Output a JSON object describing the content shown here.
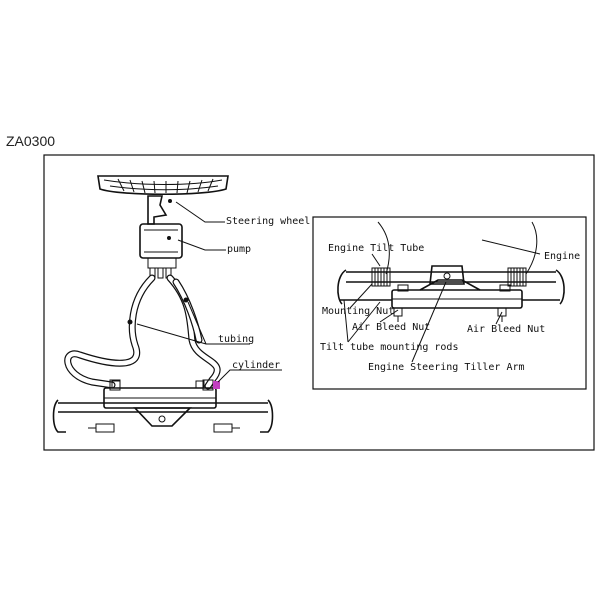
{
  "page": {
    "model_code": "ZA0300"
  },
  "left_figure": {
    "labels": {
      "steering_wheel": "Steering wheel",
      "pump": "pump",
      "tubing": "tubing",
      "cylinder": "cylinder"
    }
  },
  "right_figure": {
    "labels": {
      "engine_tilt_tube": "Engine Tilt Tube",
      "engine": "Engine",
      "mounting_nut": "Mounting Nut",
      "air_bleed_nut_left": "Air Bleed Nut",
      "air_bleed_nut_right": "Air Bleed Nut",
      "tilt_tube_mounting_rods": "Tilt tube mounting rods",
      "engine_steering_tiller_arm": "Engine Steering Tiller Arm"
    }
  },
  "colors": {
    "line": "#111111",
    "cylinder_accent": "#c23fbf"
  }
}
